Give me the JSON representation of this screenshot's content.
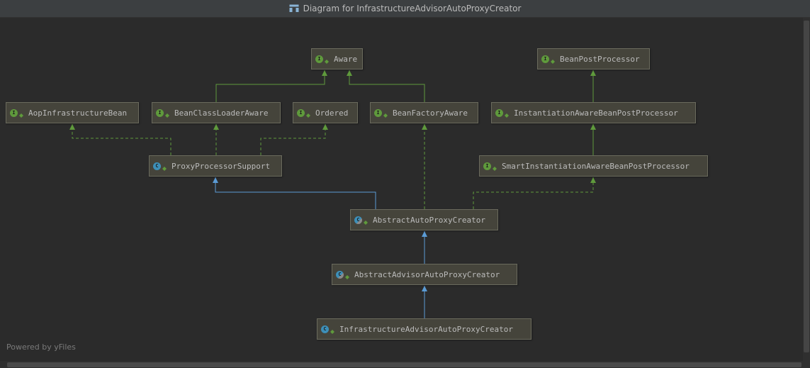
{
  "window": {
    "title": "Diagram for InfrastructureAdvisorAutoProxyCreator"
  },
  "footer": {
    "powered_by": "Powered by yFiles"
  },
  "colors": {
    "background": "#2b2b2b",
    "node_fill": "#45443b",
    "node_border": "#6a6a5d",
    "interface_badge": "#5f9a3c",
    "class_badge": "#3d8fb8",
    "realization_edge": "#5f9a3c",
    "inheritance_edge": "#5b9bd5",
    "interface_inheritance_edge": "#5f9a3c"
  },
  "nodes": [
    {
      "id": "aware",
      "label": "Aware",
      "kind": "interface",
      "icon": "interface-icon"
    },
    {
      "id": "bpp",
      "label": "BeanPostProcessor",
      "kind": "interface",
      "icon": "interface-icon"
    },
    {
      "id": "aib",
      "label": "AopInfrastructureBean",
      "kind": "interface",
      "icon": "interface-icon"
    },
    {
      "id": "bcla",
      "label": "BeanClassLoaderAware",
      "kind": "interface",
      "icon": "interface-icon"
    },
    {
      "id": "ordered",
      "label": "Ordered",
      "kind": "interface",
      "icon": "interface-icon"
    },
    {
      "id": "bfa",
      "label": "BeanFactoryAware",
      "kind": "interface",
      "icon": "interface-icon"
    },
    {
      "id": "iabpp",
      "label": "InstantiationAwareBeanPostProcessor",
      "kind": "interface",
      "icon": "interface-icon"
    },
    {
      "id": "pps",
      "label": "ProxyProcessorSupport",
      "kind": "class",
      "icon": "class-icon"
    },
    {
      "id": "siabpp",
      "label": "SmartInstantiationAwareBeanPostProcessor",
      "kind": "interface",
      "icon": "interface-icon"
    },
    {
      "id": "aapc",
      "label": "AbstractAutoProxyCreator",
      "kind": "abstract",
      "icon": "abstract-class-icon"
    },
    {
      "id": "aaapc",
      "label": "AbstractAdvisorAutoProxyCreator",
      "kind": "abstract",
      "icon": "abstract-class-icon"
    },
    {
      "id": "iaapc",
      "label": "InfrastructureAdvisorAutoProxyCreator",
      "kind": "class",
      "icon": "class-icon"
    }
  ],
  "edges": [
    {
      "from": "bcla",
      "to": "aware",
      "type": "interface-inheritance"
    },
    {
      "from": "bfa",
      "to": "aware",
      "type": "interface-inheritance"
    },
    {
      "from": "iabpp",
      "to": "bpp",
      "type": "interface-inheritance"
    },
    {
      "from": "siabpp",
      "to": "iabpp",
      "type": "interface-inheritance"
    },
    {
      "from": "pps",
      "to": "aib",
      "type": "realization"
    },
    {
      "from": "pps",
      "to": "bcla",
      "type": "realization"
    },
    {
      "from": "pps",
      "to": "ordered",
      "type": "realization"
    },
    {
      "from": "aapc",
      "to": "pps",
      "type": "inheritance"
    },
    {
      "from": "aapc",
      "to": "bfa",
      "type": "realization"
    },
    {
      "from": "aapc",
      "to": "siabpp",
      "type": "realization"
    },
    {
      "from": "aaapc",
      "to": "aapc",
      "type": "inheritance"
    },
    {
      "from": "iaapc",
      "to": "aaapc",
      "type": "inheritance"
    }
  ]
}
